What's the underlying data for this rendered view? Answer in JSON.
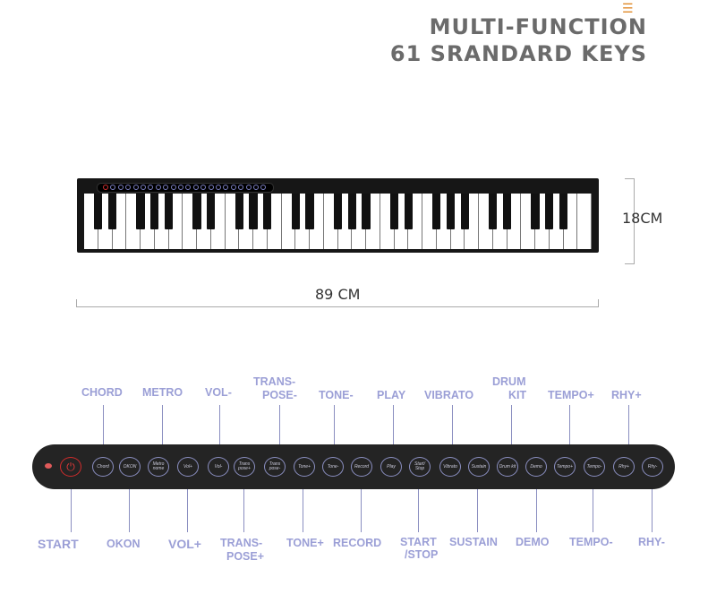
{
  "header": {
    "line1": "MULTI-FUNCTION",
    "line2": "61 SRANDARD KEYS",
    "menu_icon": "menu-icon"
  },
  "dimensions": {
    "height": "18CM",
    "width": "89 CM"
  },
  "keyboard": {
    "white_keys": 36,
    "black_keys": 25
  },
  "colors": {
    "label": "#9b9fd6",
    "title": "#6b6b6b",
    "panel": "#242424",
    "power": "#d02c2c"
  },
  "panel": {
    "buttons": [
      {
        "id": "start",
        "text": ""
      },
      {
        "id": "chord",
        "text": "Chord"
      },
      {
        "id": "okon",
        "text": "OKON"
      },
      {
        "id": "metro",
        "text": "Metro nome"
      },
      {
        "id": "vol-plus",
        "text": "Vol+"
      },
      {
        "id": "vol-minus",
        "text": "Vol-"
      },
      {
        "id": "transpose-plus",
        "text": "Trans pose+"
      },
      {
        "id": "transpose-minus",
        "text": "Trans pose-"
      },
      {
        "id": "tone-plus",
        "text": "Tone+"
      },
      {
        "id": "tone-minus",
        "text": "Tone-"
      },
      {
        "id": "record",
        "text": "Record"
      },
      {
        "id": "play",
        "text": "Play"
      },
      {
        "id": "start-stop",
        "text": "Start/ Stop"
      },
      {
        "id": "vibrato",
        "text": "Vibrato"
      },
      {
        "id": "sustain",
        "text": "Sustain"
      },
      {
        "id": "drum-kit",
        "text": "Drum kit"
      },
      {
        "id": "demo",
        "text": "Demo"
      },
      {
        "id": "tempo-plus",
        "text": "Tempo+"
      },
      {
        "id": "tempo-minus",
        "text": "Tempo-"
      },
      {
        "id": "rhy-plus",
        "text": "Rhy+"
      },
      {
        "id": "rhy-minus",
        "text": "Rhy-"
      }
    ]
  },
  "labels_top": {
    "chord": "CHORD",
    "metro": "METRO",
    "vol_minus": "VOL-",
    "transpose_minus_1": "TRANS-",
    "transpose_minus_2": "POSE-",
    "tone_minus": "TONE-",
    "play": "PLAY",
    "vibrato": "VIBRATO",
    "drum_kit_1": "DRUM",
    "drum_kit_2": "KIT",
    "tempo_plus": "TEMPO+",
    "rhy_plus": "RHY+"
  },
  "labels_bottom": {
    "start": "START",
    "okon": "OKON",
    "vol_plus": "VOL+",
    "transpose_plus_1": "TRANS-",
    "transpose_plus_2": "POSE+",
    "tone_plus": "TONE+",
    "record": "RECORD",
    "start_stop_1": "START",
    "start_stop_2": "/STOP",
    "sustain": "SUSTAIN",
    "demo": "DEMO",
    "tempo_minus": "TEMPO-",
    "rhy_minus": "RHY-"
  }
}
